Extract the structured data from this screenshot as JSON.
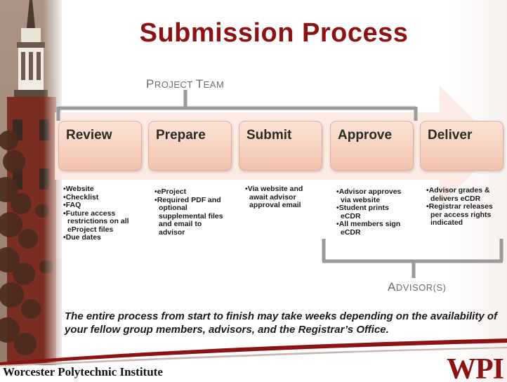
{
  "title": "Submission Process",
  "groups": {
    "team": {
      "first": "P",
      "rest": "roject ",
      "first2": "T",
      "rest2": "eam"
    },
    "advisor": {
      "first": "A",
      "rest": "dvisor(s)"
    }
  },
  "steps": [
    {
      "label": "Review",
      "bullets": [
        "Website",
        "Checklist",
        "FAQ",
        "Future access restrictions on all eProject files",
        "Due dates"
      ]
    },
    {
      "label": "Prepare",
      "bullets": [
        "eProject",
        "Required PDF and optional supplemental files and email to advisor"
      ]
    },
    {
      "label": "Submit",
      "bullets": [
        "Via website and await advisor approval email"
      ]
    },
    {
      "label": "Approve",
      "bullets": [
        "Advisor approves via website",
        "Student prints eCDR",
        "All members sign eCDR"
      ]
    },
    {
      "label": "Deliver",
      "bullets": [
        "Advisor grades & delivers eCDR",
        "Registrar releases per access rights indicated"
      ]
    }
  ],
  "note": "The entire process from start to finish may take weeks depending on the availability of your fellow group members, advisors, and the Registrar’s Office.",
  "footer": {
    "institute": "Worcester Polytechnic Institute",
    "logo": "WPI"
  },
  "colors": {
    "title": "#8b1313",
    "box": "#f7d2c0",
    "arrow": "#fbe7de",
    "bracket": "#9a9a9a"
  }
}
